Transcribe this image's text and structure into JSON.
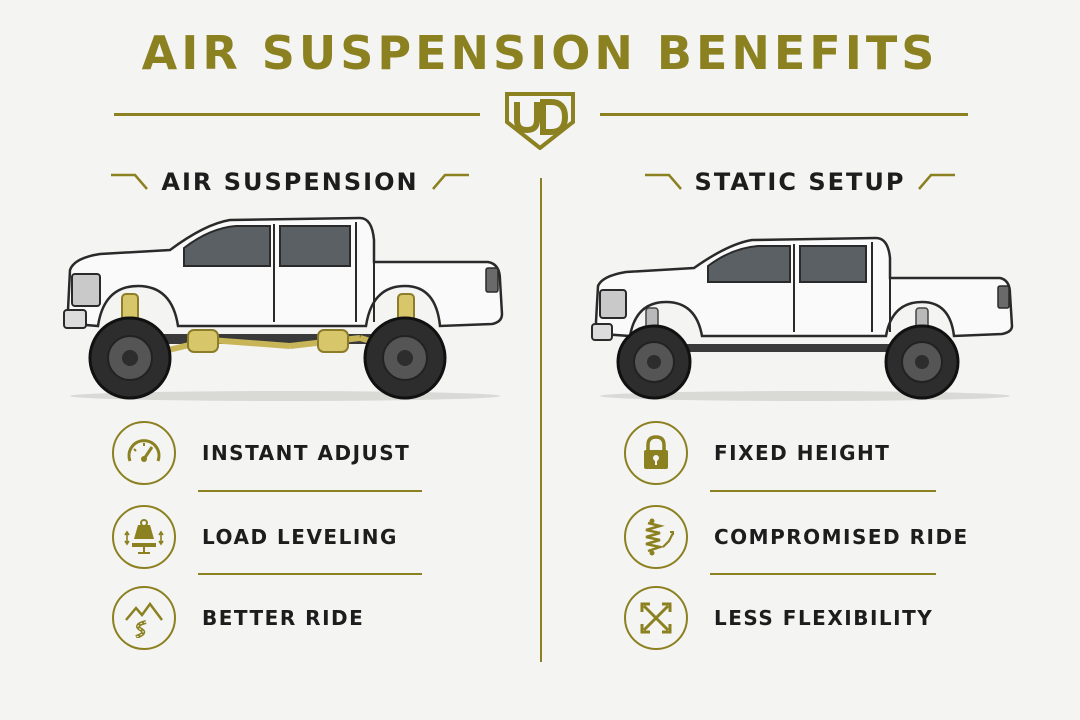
{
  "title": "AIR SUSPENSION BENEFITS",
  "logo_text": "UD",
  "accent_color": "#8c8121",
  "left": {
    "heading": "AIR SUSPENSION",
    "features": [
      {
        "label": "INSTANT ADJUST",
        "icon": "speedometer-icon"
      },
      {
        "label": "LOAD LEVELING",
        "icon": "weight-level-icon"
      },
      {
        "label": "BETTER RIDE",
        "icon": "mountain-road-icon"
      }
    ]
  },
  "right": {
    "heading": "STATIC SETUP",
    "features": [
      {
        "label": "FIXED HEIGHT",
        "icon": "lock-icon"
      },
      {
        "label": "COMPROMISED RIDE",
        "icon": "coil-spring-icon"
      },
      {
        "label": "LESS FLEXIBILITY",
        "icon": "crossed-arrows-icon"
      }
    ]
  }
}
